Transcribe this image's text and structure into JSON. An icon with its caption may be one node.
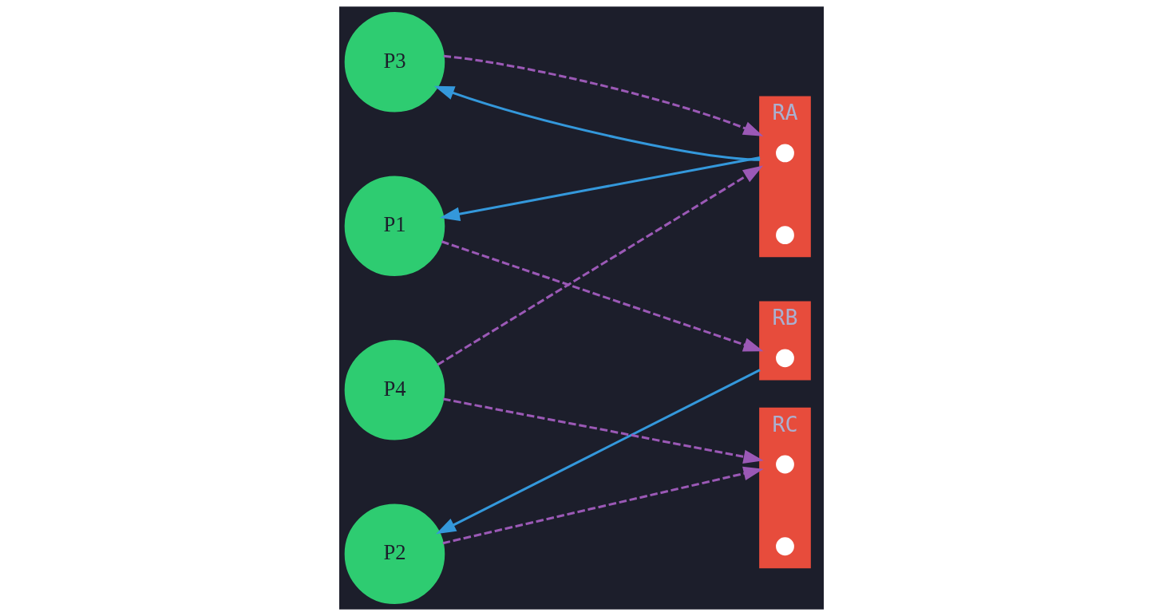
{
  "diagram": {
    "nodes": [
      {
        "text": [
          "P1"
        ]
      },
      {
        "text": [
          "P2"
        ]
      },
      {
        "text": [
          "P3"
        ]
      },
      {
        "text": [
          "P4"
        ]
      },
      {
        "text": [
          "RA"
        ]
      },
      {
        "text": [],
        "shape": "circle",
        "in": 4
      },
      {
        "text": [],
        "shape": "circle",
        "in": 4
      },
      {
        "text": [
          "RB"
        ]
      },
      {
        "text": [],
        "shape": "circle",
        "in": 7
      },
      {
        "text": [
          "RC"
        ]
      },
      {
        "text": [],
        "shape": "circle",
        "in": 9
      },
      {
        "text": [],
        "shape": "circle",
        "in": 9
      }
    ],
    "edges": [
      {
        "from": 4,
        "to": 0,
        "arrow": "to",
        "color": "#3498db"
      },
      {
        "from": 0,
        "to": 7,
        "arrow": "to",
        "style": "dashed",
        "color": "#9b59b6"
      },
      {
        "from": 7,
        "to": 1,
        "arrow": "to",
        "color": "#3498db"
      },
      {
        "from": 1,
        "to": 9,
        "arrow": "to",
        "style": "dashed",
        "color": "#9b59b6"
      },
      {
        "from": 4,
        "to": 2,
        "arrow": "to",
        "color": "#3498db"
      },
      {
        "from": 2,
        "to": 4,
        "arrow": "to",
        "style": "dashed",
        "color": "#9b59b6"
      },
      {
        "from": 3,
        "to": 4,
        "arrow": "to",
        "style": "dashed",
        "color": "#9b59b6"
      },
      {
        "from": 3,
        "to": 9,
        "arrow": "to",
        "style": "dashed",
        "color": "#9b59b6"
      }
    ]
  }
}
